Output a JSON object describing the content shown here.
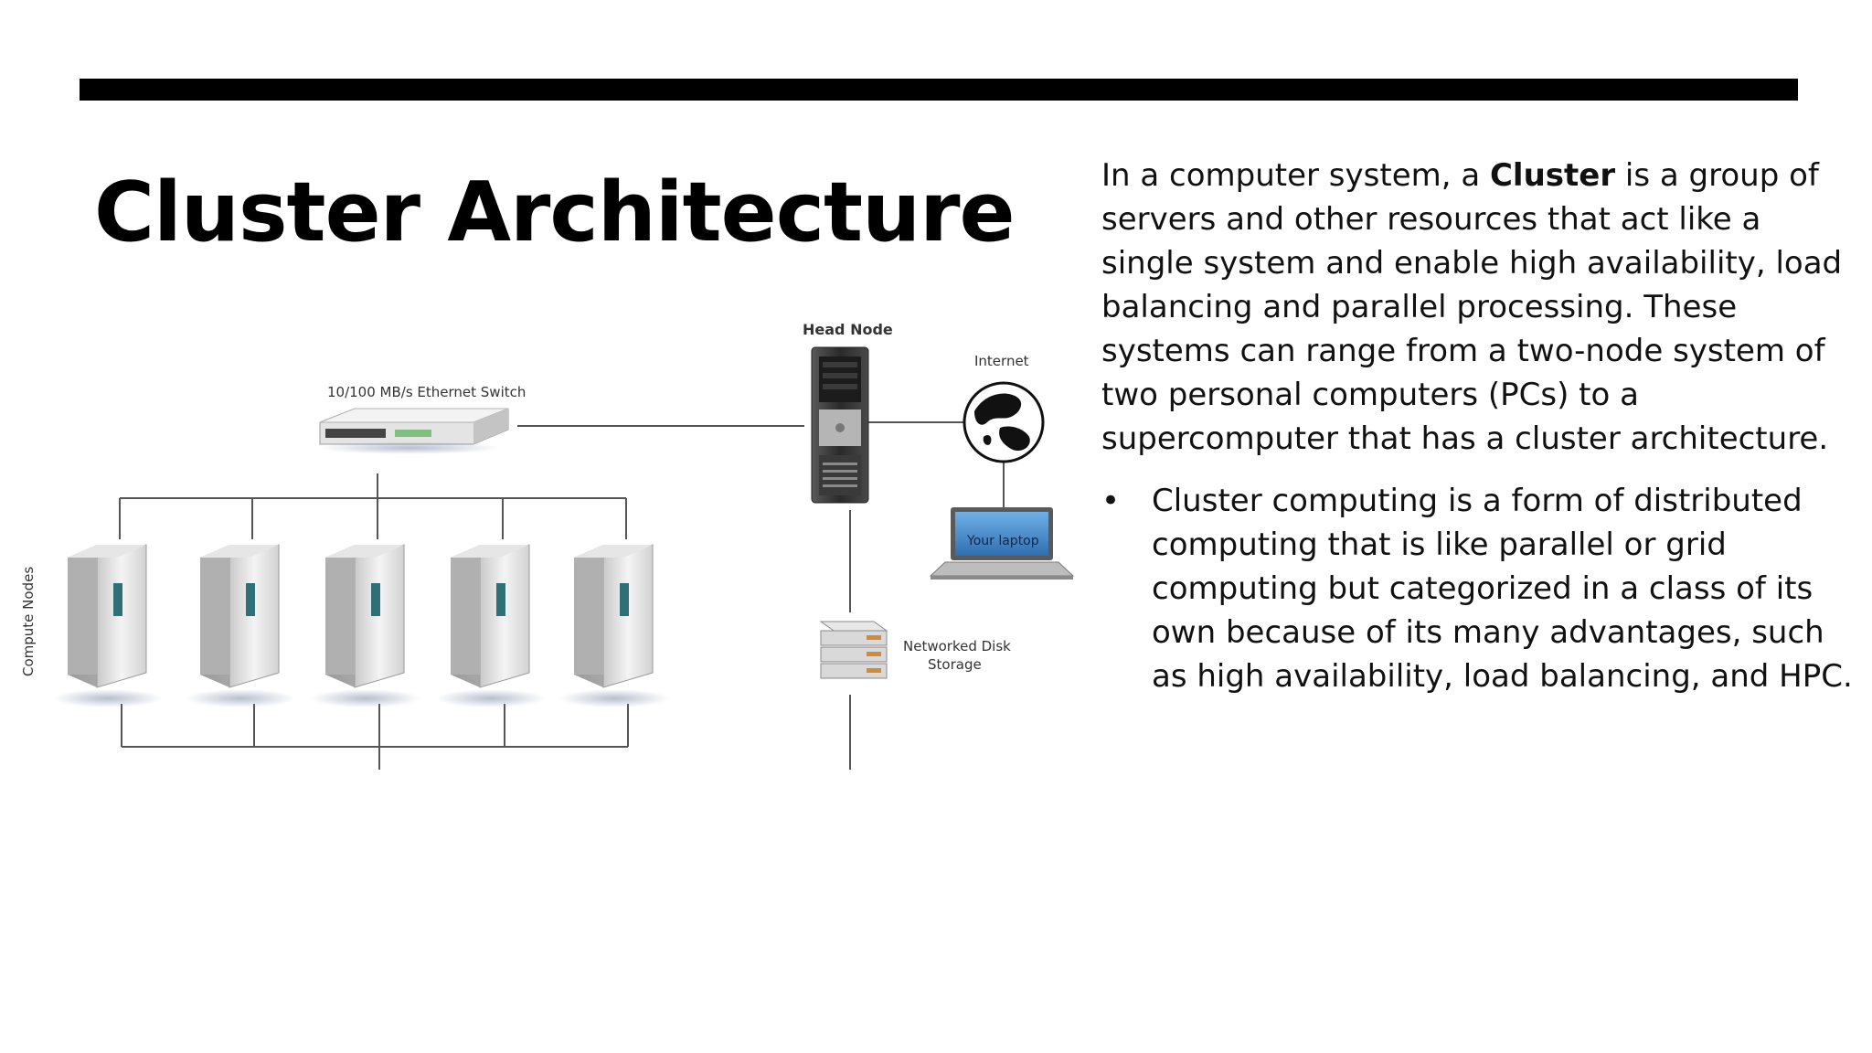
{
  "slide": {
    "title": "Cluster Architecture",
    "intro": {
      "before": "In a computer system, a ",
      "bold": "Cluster",
      "after": " is a group of servers and other resources that act like a single system and enable high availability, load balancing and parallel processing. These systems can range from a two-node system of two personal computers (PCs) to a supercomputer that has a cluster architecture."
    },
    "bullets": [
      {
        "marker": "•",
        "text": "Cluster computing is a form of distributed computing that is like parallel or grid computing but categorized in a class of its own because of its many advantages, such as high availability, load balancing, and HPC."
      }
    ]
  },
  "diagram": {
    "switch_label": "10/100 MB/s Ethernet Switch",
    "head_node_label": "Head Node",
    "internet_label": "Internet",
    "laptop_label": "Your laptop",
    "storage_label_line1": "Networked Disk",
    "storage_label_line2": "Storage",
    "compute_nodes_label": "Compute Nodes",
    "compute_node_count": 5
  },
  "colors": {
    "accent_bar": "#000000",
    "laptop_screen": "#4a8fd1",
    "server_panel": "#2f6f78"
  }
}
